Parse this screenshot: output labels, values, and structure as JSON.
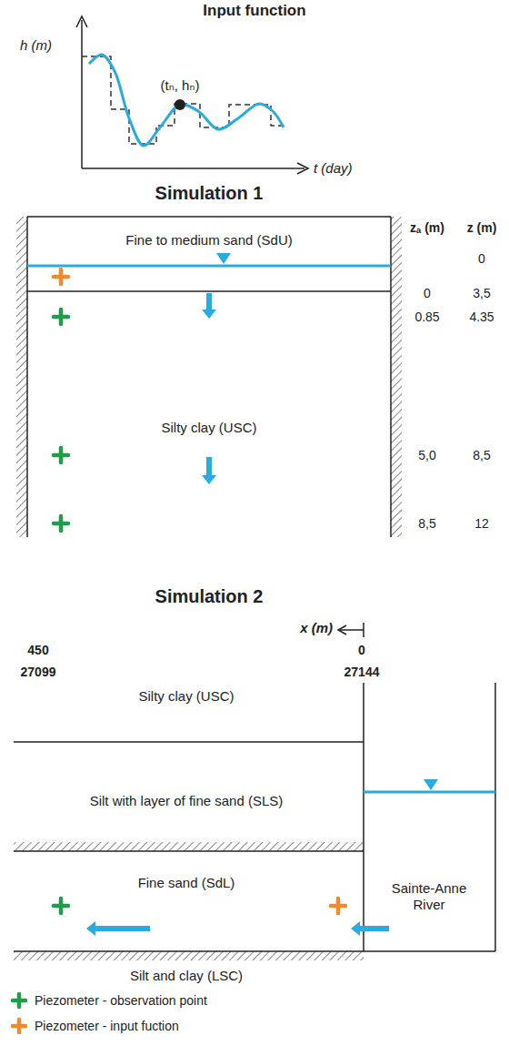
{
  "diagram": {
    "nodes": [
      {
        "text": [
          "Fine to medium sand (SdU)"
        ]
      },
      {
        "text": [
          "Silty clay (USC)"
        ]
      },
      {
        "text": [
          "Silty clay (USC)"
        ]
      },
      {
        "text": [
          "Silt with layer of fine sand (SLS)"
        ]
      },
      {
        "text": [
          "Fine sand (SdL)"
        ]
      },
      {
        "text": [
          "Silt and clay (LSC)"
        ]
      },
      {
        "text": [
          "Sainte-Anne River"
        ]
      }
    ],
    "labels": [
      "Input function",
      "h (m)",
      "t (day)",
      "(tₙ, hₙ)",
      "Simulation 1",
      "zₐ (m)",
      "z (m)",
      "0",
      "0",
      "3,5",
      "0.85",
      "4.35",
      "5,0",
      "8,5",
      "8,5",
      "12",
      "Simulation 2",
      "x (m)",
      "450",
      "0",
      "27099",
      "27144"
    ],
    "legend": [
      {
        "text": "Piezometer - observation point",
        "color": "#1f9e4a"
      },
      {
        "text": "Piezometer - input fuction",
        "color": "#f08a2a"
      }
    ]
  }
}
